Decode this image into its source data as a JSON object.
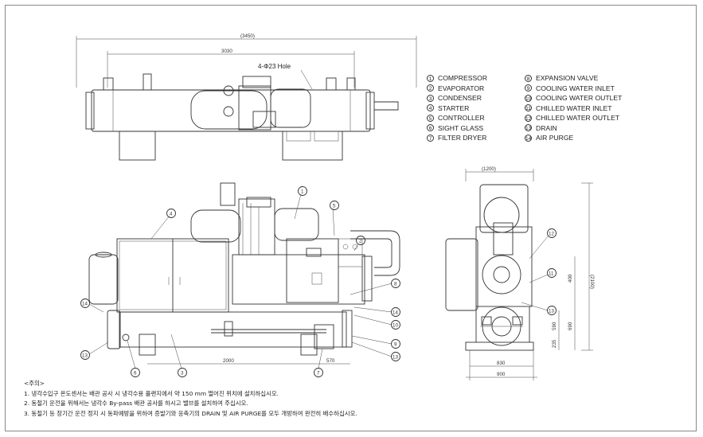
{
  "legend_left": [
    {
      "num": "1",
      "label": "COMPRESSOR"
    },
    {
      "num": "2",
      "label": "EVAPORATOR"
    },
    {
      "num": "3",
      "label": "CONDENSER"
    },
    {
      "num": "4",
      "label": "STARTER"
    },
    {
      "num": "5",
      "label": "CONTROLLER"
    },
    {
      "num": "6",
      "label": "SIGHT GLASS"
    },
    {
      "num": "7",
      "label": "FILTER DRYER"
    }
  ],
  "legend_right": [
    {
      "num": "8",
      "label": "EXPANSION VALVE"
    },
    {
      "num": "9",
      "label": "COOLING WATER INLET"
    },
    {
      "num": "10",
      "label": "COOLING WATER OUTLET"
    },
    {
      "num": "11",
      "label": "CHILLED WATER INLET"
    },
    {
      "num": "12",
      "label": "CHILLED WATER OUTLET"
    },
    {
      "num": "13",
      "label": "DRAIN"
    },
    {
      "num": "14",
      "label": "AIR PURGE"
    }
  ],
  "top_view": {
    "dim_overall": "(3450)",
    "dim_inner": "3030",
    "hole_label": "4-Φ23 Hole"
  },
  "front_view": {
    "dim_2000": "2000",
    "dim_570": "570",
    "callouts": [
      "1",
      "4",
      "5",
      "2",
      "8",
      "14",
      "10",
      "9",
      "13",
      "6",
      "3",
      "7",
      "14",
      "13"
    ]
  },
  "side_view": {
    "dim_top": "(1200)",
    "dim_height": "(2100)",
    "dim_400": "400",
    "dim_690": "690",
    "dim_590": "590",
    "dim_235": "235",
    "dim_830": "830",
    "dim_900": "900",
    "callouts": [
      "12",
      "11",
      "13"
    ]
  },
  "notes": {
    "title": "<주의>",
    "lines": [
      "1. 냉각수입구 온도센서는 배관 공사 시 냉각수용 플랜지에서 약 150 mm 떨어진 위치에 설치하십시오.",
      "2. 동절기 운전을 위해서는 냉각수 By-pass 배관 공사를 하시고 밸브를 설치하여 주십시오.",
      "3. 동절기 등 장기간 운전 정지 시 동파예방을 위하여 증발기와 응축기의 DRAIN 및 AIR PURGE를 모두 개방하여 완전히 배수하십시오."
    ]
  }
}
